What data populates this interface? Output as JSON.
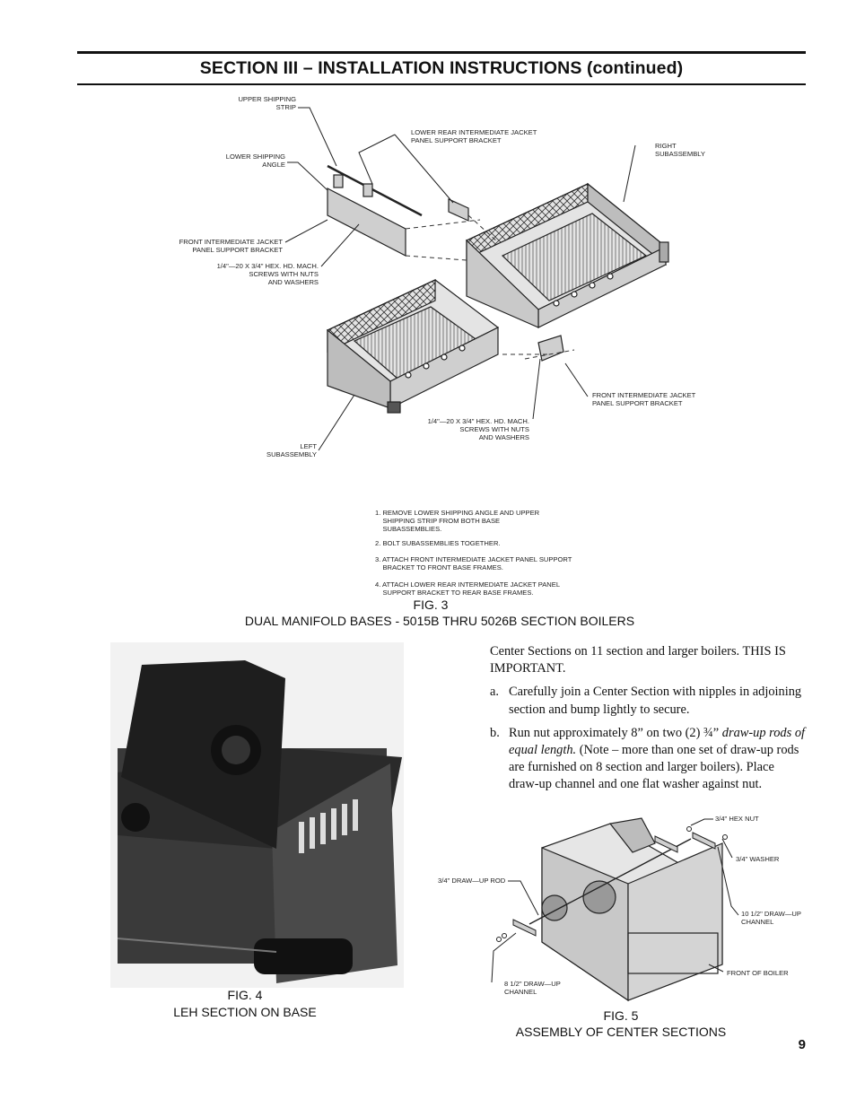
{
  "header": {
    "title": "SECTION  III – INSTALLATION  INSTRUCTIONS (continued)"
  },
  "fig3": {
    "labels": {
      "upper_shipping_strip": "UPPER SHIPPING\nSTRIP",
      "lower_shipping_angle": "LOWER SHIPPING\nANGLE",
      "lower_rear_bracket": "LOWER REAR INTERMEDIATE JACKET\nPANEL SUPPORT BRACKET",
      "right_subassembly": "RIGHT\nSUBASSEMBLY",
      "front_bracket_upper": "FRONT INTERMEDIATE JACKET\nPANEL SUPPORT BRACKET",
      "screws_upper": "1/4\"—20 x 3/4\" HEX. HD. MACH.\nSCREWS WITH NUTS\nAND WASHERS",
      "front_bracket_lower": "FRONT INTERMEDIATE JACKET\nPANEL SUPPORT BRACKET",
      "screws_lower": "1/4\"—20 x 3/4\" HEX. HD. MACH.\nSCREWS WITH NUTS\nAND WASHERS",
      "left_subassembly": "LEFT\nSUBASSEMBLY"
    },
    "steps": [
      "1. REMOVE LOWER SHIPPING ANGLE AND UPPER\n    SHIPPING STRIP FROM BOTH BASE\n    SUBASSEMBLIES.",
      "2. BOLT SUBASSEMBLIES TOGETHER.",
      "3. ATTACH FRONT INTERMEDIATE JACKET PANEL SUPPORT\n    BRACKET TO FRONT BASE FRAMES.",
      "4. ATTACH LOWER REAR INTERMEDIATE JACKET PANEL\n    SUPPORT BRACKET TO REAR BASE FRAMES."
    ],
    "caption_num": "FIG. 3",
    "caption_title": "DUAL MANIFOLD BASES - 5015B THRU 5026B SECTION BOILERS"
  },
  "fig4": {
    "caption_num": "FIG. 4",
    "caption_title": "LEH SECTION ON BASE"
  },
  "body": {
    "intro": "Center Sections on 11 section and larger boilers.  THIS IS IMPORTANT.",
    "item_a_marker": "a.",
    "item_a": "Carefully join a Center Section with nipples in adjoining section and bump lightly to secure.",
    "item_b_marker": "b.",
    "item_b_part1": "Run nut approximately 8” on two (2) ¾” ",
    "item_b_italic": "draw-up rods of equal length.",
    "item_b_part2": "  (Note – more than one set of draw-up rods are furnished on 8 section and larger boilers).  Place draw-up channel and one flat washer against nut."
  },
  "fig5": {
    "labels": {
      "hex_nut": "3/4\" HEX NUT",
      "washer": "3/4\" WASHER",
      "draw_up_rod": "3/4\" DRAW—UP ROD",
      "channel_10": "10 1/2\" DRAW—UP\nCHANNEL",
      "front_of_boiler": "FRONT OF BOILER",
      "channel_8": "8 1/2\" DRAW—UP\nCHANNEL"
    },
    "caption_num": "FIG.  5",
    "caption_title": "ASSEMBLY OF CENTER SECTIONS"
  },
  "page_number": "9"
}
